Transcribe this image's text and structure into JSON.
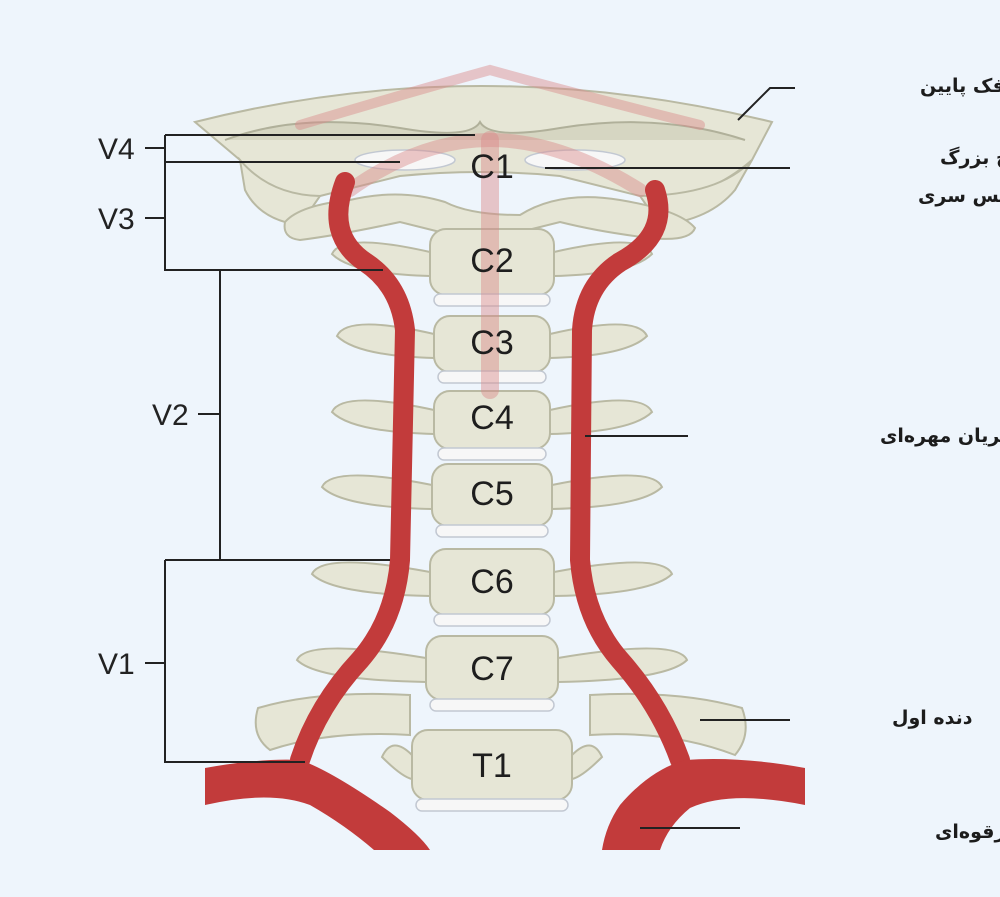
{
  "segments": {
    "v4": "V4",
    "v3": "V3",
    "v2": "V2",
    "v1": "V1"
  },
  "vertebrae": {
    "c1": "C1",
    "c2": "C2",
    "c3": "C3",
    "c4": "C4",
    "c5": "C5",
    "c6": "C6",
    "c7": "C7",
    "t1": "T1"
  },
  "labels": {
    "mandible": "فک پایین",
    "foramen_line1": "سوراخ بزرگ",
    "foramen_line2": "پس سری",
    "vertebral_artery": "شریان مهره‌ای",
    "first_rib": "دنده اول",
    "subclavian_artery": "شریان زیر ترقوه‌ای"
  },
  "colors": {
    "artery": "#c23b3b",
    "bone": "#e6e6d6",
    "background": "#eef5fc"
  }
}
